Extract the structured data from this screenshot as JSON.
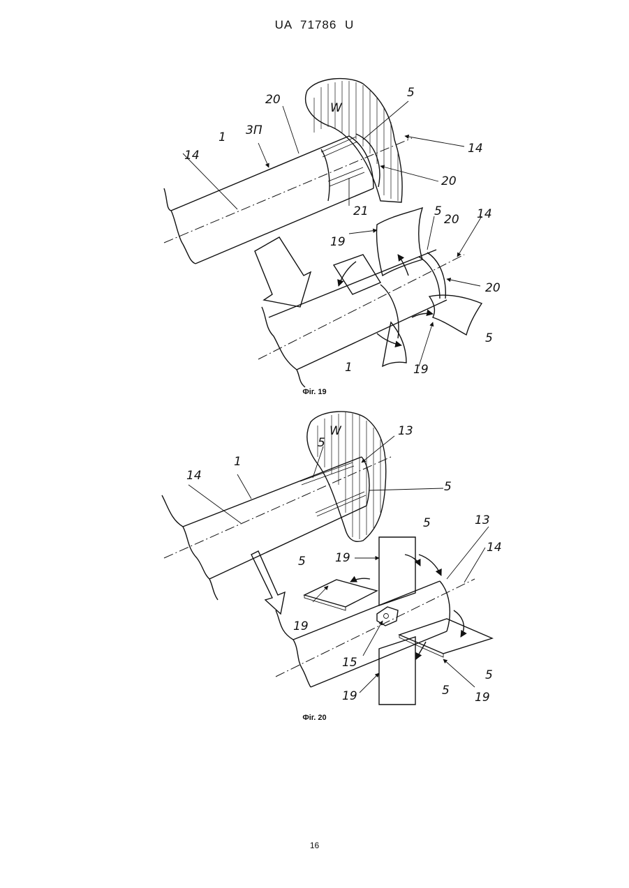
{
  "header": {
    "doc_number": "UA   71786   U"
  },
  "figures": [
    {
      "caption": "Фіг. 19",
      "labels": {
        "w": "W",
        "n20a": "20",
        "n5a": "5",
        "n3p": "3П",
        "n1a": "1",
        "n14a": "14",
        "n14b": "14",
        "n20b": "20",
        "n21": "21",
        "n5b": "5",
        "n20c": "20",
        "n14c": "14",
        "n19a": "19",
        "n20d": "20",
        "n5c": "5",
        "n1b": "1",
        "n19b": "19"
      }
    },
    {
      "caption": "Фіг. 20",
      "labels": {
        "w": "W",
        "n5a": "5",
        "n13a": "13",
        "n1": "1",
        "n14a": "14",
        "n5b": "5",
        "n5c": "5",
        "n13b": "13",
        "n14b": "14",
        "n19a": "19",
        "n5d": "5",
        "n19b": "19",
        "n15": "15",
        "n5e": "5",
        "n19c": "19",
        "n5f": "5",
        "n19d": "19"
      }
    }
  ],
  "page_number": "16"
}
